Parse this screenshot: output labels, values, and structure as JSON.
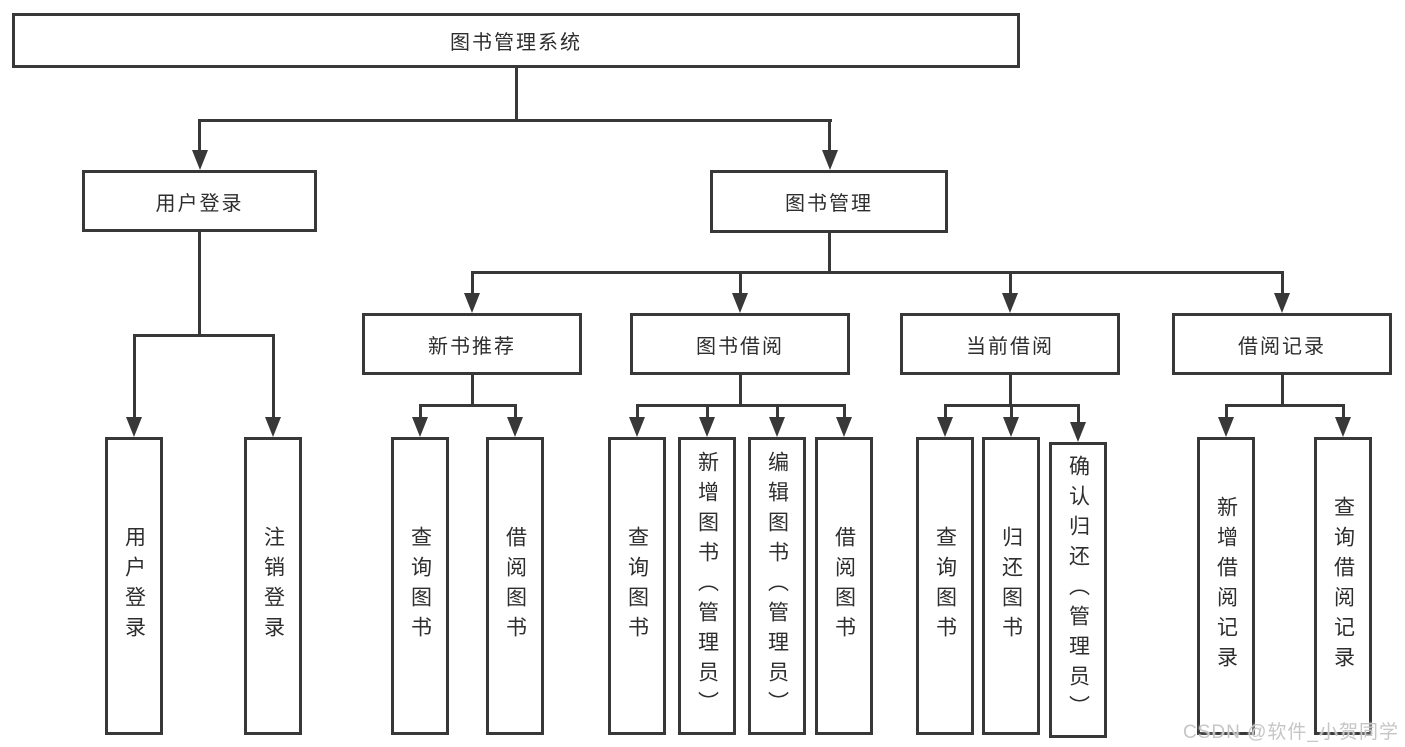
{
  "diagram": {
    "root": {
      "label": "图书管理系统"
    },
    "branches": {
      "user_login": {
        "label": "用户登录",
        "children": [
          "用户登录",
          "注销登录"
        ]
      },
      "book_mgmt": {
        "label": "图书管理"
      }
    },
    "modules": {
      "new_book_rec": {
        "label": "新书推荐",
        "children": [
          "查询图书",
          "借阅图书"
        ]
      },
      "book_borrow": {
        "label": "图书借阅",
        "children": [
          "查询图书",
          "新增图书（管理员）",
          "编辑图书（管理员）",
          "借阅图书"
        ]
      },
      "current_borrow": {
        "label": "当前借阅",
        "children": [
          "查询图书",
          "归还图书",
          "确认归还（管理员）"
        ]
      },
      "borrow_records": {
        "label": "借阅记录",
        "children": [
          "新增借阅记录",
          "查询借阅记录"
        ]
      }
    }
  },
  "watermark": {
    "text": "CSDN @软件_小贺同学"
  },
  "colors": {
    "line": "#383838",
    "text": "#2e2e2e",
    "background": "#ffffff",
    "watermark": "#c6c6c6"
  }
}
